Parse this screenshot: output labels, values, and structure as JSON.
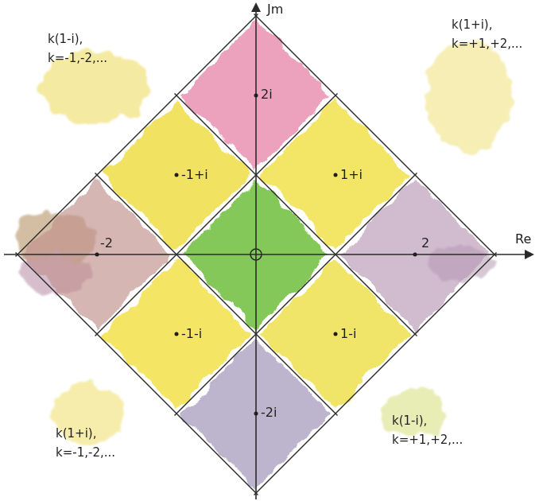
{
  "diagram": {
    "labels": [
      "Jm",
      "Re",
      "k(1-i),",
      "k=-1,-2,...",
      "k(1+i),",
      "k=+1,+2,...",
      "2i",
      "-1+i",
      "1+i",
      "-2",
      "2",
      "-1-i",
      "1-i",
      "-2i",
      "k(1+i),",
      "k=-1,-2,...",
      "k(1-i),",
      "k=+1,+2,..."
    ]
  }
}
